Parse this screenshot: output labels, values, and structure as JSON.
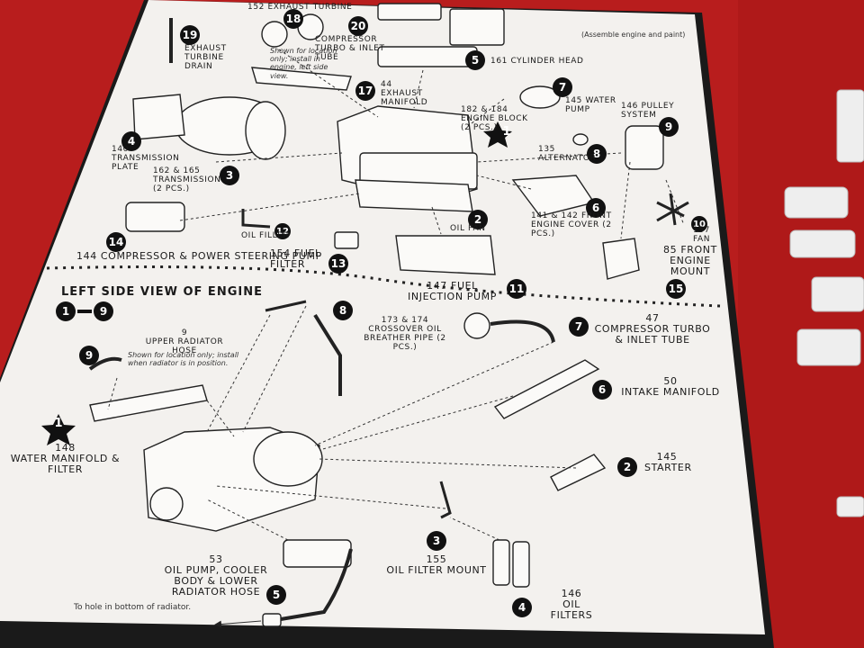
{
  "header": {
    "note": "(Assemble engine and paint)"
  },
  "top_view": {
    "parts": [
      {
        "num": "152",
        "name": "EXHAUST TURBINE",
        "step": "18"
      },
      {
        "num": "",
        "name": "COMPRESSOR TURBO & INLET TUBE",
        "step": "20"
      },
      {
        "num": "",
        "name": "EXHAUST TURBINE DRAIN",
        "step": "19"
      },
      {
        "num": "161",
        "name": "CYLINDER HEAD",
        "step": "5"
      },
      {
        "num": "44",
        "name": "EXHAUST MANIFOLD",
        "step": "17"
      },
      {
        "num": "145",
        "name": "WATER PUMP",
        "step": "7"
      },
      {
        "num": "182 & 184",
        "name": "ENGINE BLOCK (2 pcs.)",
        "step": "1"
      },
      {
        "num": "146",
        "name": "PULLEY SYSTEM",
        "step": "9"
      },
      {
        "num": "140",
        "name": "TRANSMISSION PLATE",
        "step": "4"
      },
      {
        "num": "162 & 165",
        "name": "TRANSMISSION (2 pcs.)",
        "step": "3"
      },
      {
        "num": "135",
        "name": "ALTERNATOR",
        "step": "8"
      },
      {
        "num": "141 & 142",
        "name": "FRONT ENGINE COVER (2 pcs.)",
        "step": "6"
      },
      {
        "num": "157",
        "name": "FAN",
        "step": "10"
      },
      {
        "num": "",
        "name": "OIL PAN",
        "step": "2"
      },
      {
        "num": "",
        "name": "OIL FILLER",
        "step": "12"
      },
      {
        "num": "144",
        "name": "COMPRESSOR & POWER STEERING PUMP",
        "step": "14"
      },
      {
        "num": "154",
        "name": "FUEL FILTER",
        "step": "13"
      },
      {
        "num": "147",
        "name": "FUEL INJECTION PUMP",
        "step": "11"
      },
      {
        "num": "85",
        "name": "FRONT ENGINE MOUNT",
        "step": "15"
      }
    ],
    "location_note": "Shown for location only; install in engine, left side view."
  },
  "left_view": {
    "title": "LEFT SIDE VIEW OF ENGINE",
    "steps_range": {
      "from": "1",
      "to": "9"
    },
    "parts": [
      {
        "num": "9",
        "name": "UPPER RADIATOR HOSE",
        "step": "9"
      },
      {
        "num": "173 & 174",
        "name": "CROSSOVER OIL BREATHER PIPE (2 pcs.)",
        "step": "8"
      },
      {
        "num": "47",
        "name": "COMPRESSOR TURBO & INLET TUBE",
        "step": "7"
      },
      {
        "num": "50",
        "name": "INTAKE MANIFOLD",
        "step": "6"
      },
      {
        "num": "148",
        "name": "WATER MANIFOLD & FILTER",
        "step": "1"
      },
      {
        "num": "145",
        "name": "STARTER",
        "step": "2"
      },
      {
        "num": "155",
        "name": "OIL FILTER MOUNT",
        "step": "3"
      },
      {
        "num": "146",
        "name": "OIL FILTERS",
        "step": "4"
      },
      {
        "num": "53",
        "name": "OIL PUMP, COOLER BODY & LOWER RADIATOR HOSE",
        "step": "5"
      }
    ],
    "hose_note": "Shown for location only; install when radiator is in position.",
    "radiator_note": "To hole in bottom of radiator."
  }
}
